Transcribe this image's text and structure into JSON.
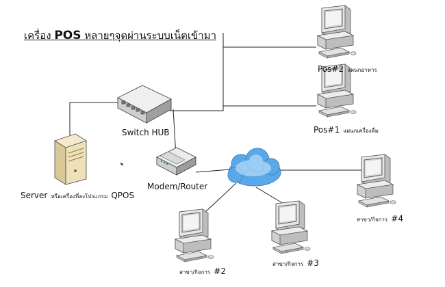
{
  "diagram": {
    "title_prefix": "เครื่อง ",
    "title_pos": "POS",
    "title_suffix": " หลายๆจุดผ่านระบบเน็ตเข้ามา",
    "nodes": {
      "pos2": {
        "main": "Pos#2",
        "sub": "แผนกอาหาร",
        "icon": "desktop-computer-icon"
      },
      "pos1": {
        "main": "Pos#1",
        "sub": "แผนกเครื่องดื่ม",
        "icon": "desktop-computer-icon"
      },
      "switch_hub": {
        "label": "Switch HUB",
        "icon": "network-switch-icon"
      },
      "modem_router": {
        "label": "Modem/Router",
        "icon": "router-icon"
      },
      "server": {
        "main": "Server",
        "sub": "หรือเครื่องที่ลงโปรแกรม",
        "suffix": "QPOS",
        "icon": "server-tower-icon"
      },
      "internet": {
        "icon": "cloud-icon"
      },
      "branch2": {
        "sub": "สาขา/กิจการ",
        "num": "#2",
        "icon": "desktop-computer-icon"
      },
      "branch3": {
        "sub": "สาขา/กิจการ",
        "num": "#3",
        "icon": "desktop-computer-icon"
      },
      "branch4": {
        "sub": "สาขา/กิจการ",
        "num": "#4",
        "icon": "desktop-computer-icon"
      }
    },
    "colors": {
      "line": "#222222",
      "computer_body": "#e4e4e4",
      "computer_shade": "#a9a9a9",
      "screen": "#d9d9d9",
      "switch_body": "#d8d8d8",
      "server_body": "#f1e4bf",
      "cloud": "#5aa8e8"
    }
  }
}
